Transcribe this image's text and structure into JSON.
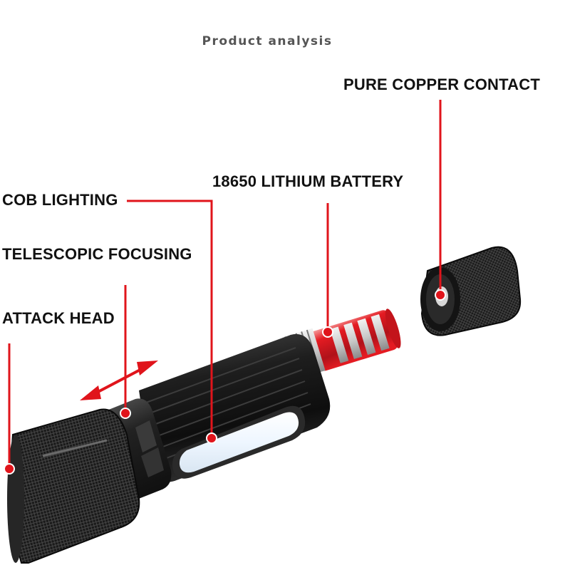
{
  "title": "Product analysis",
  "callouts": {
    "pure_copper_contact": "PURE COPPER CONTACT",
    "lithium_battery": "18650 LITHIUM BATTERY",
    "cob_lighting": "COB LIGHTING",
    "telescopic_focusing": "TELESCOPIC FOCUSING",
    "attack_head": "ATTACK HEAD"
  },
  "colors": {
    "leader_line": "#e0141b",
    "body_metal": "#1c1c1c",
    "battery_red": "#e41b22",
    "cob_light": "#eef6ff"
  }
}
